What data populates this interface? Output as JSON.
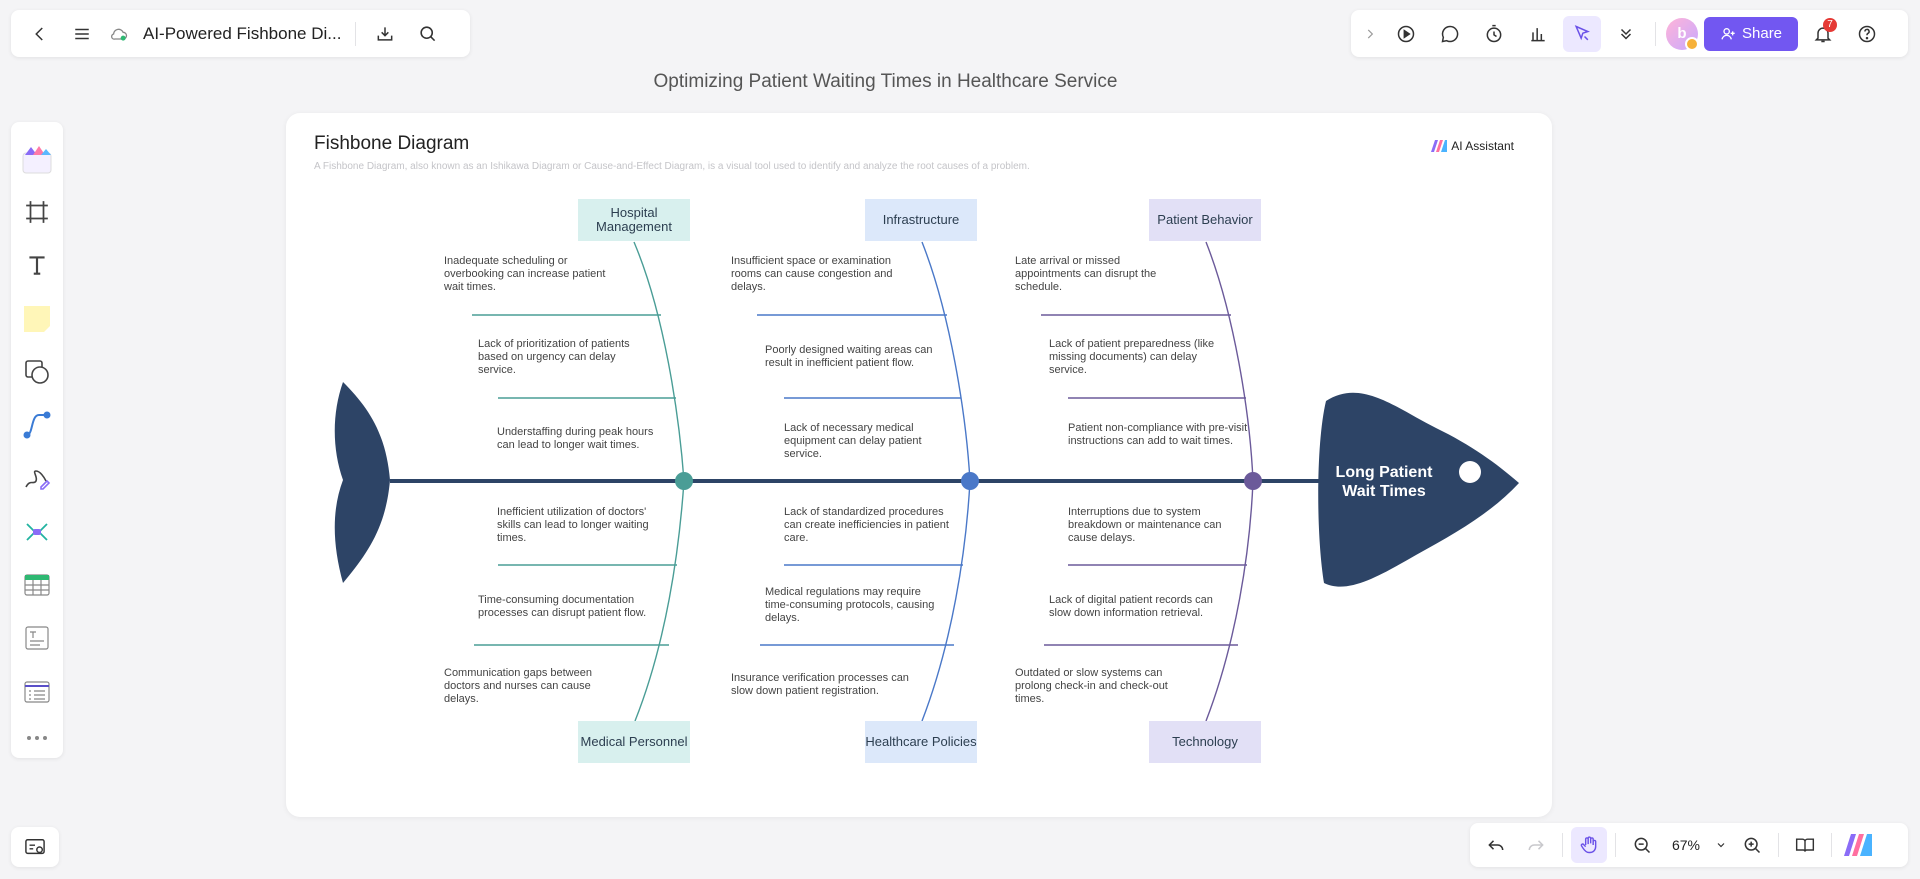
{
  "header": {
    "doc_title": "AI-Powered Fishbone Di..."
  },
  "topbar_right": {
    "share_label": "Share",
    "notification_count": "7",
    "avatar_letter": "b"
  },
  "canvas": {
    "title": "Optimizing Patient Waiting Times in Healthcare Service"
  },
  "board": {
    "title": "Fishbone Diagram",
    "description": "A Fishbone Diagram, also known as an Ishikawa Diagram or Cause-and-Effect Diagram, is a visual tool used to identify and analyze the root causes of a problem.",
    "ai_assistant": "AI Assistant"
  },
  "diagram": {
    "effect": "Long Patient Wait Times",
    "categories": {
      "hospital_management": "Hospital Management",
      "infrastructure": "Infrastructure",
      "patient_behavior": "Patient Behavior",
      "medical_personnel": "Medical Personnel",
      "healthcare_policies": "Healthcare Policies",
      "technology": "Technology"
    },
    "causes": {
      "hm1": "Inadequate scheduling or overbooking can increase patient wait times.",
      "hm2": "Lack of prioritization of patients based on urgency can delay service.",
      "hm3": "Understaffing during peak hours can lead to longer wait times.",
      "in1": "Insufficient space or examination rooms can cause congestion and delays.",
      "in2": "Poorly designed waiting areas can result in inefficient patient flow.",
      "in3": "Lack of necessary medical equipment can delay patient service.",
      "pb1": "Late arrival or missed appointments can disrupt the schedule.",
      "pb2": "Lack of patient preparedness (like missing documents) can delay service.",
      "pb3": "Patient non-compliance with pre-visit instructions can add to wait times.",
      "mp1": "Inefficient utilization of doctors' skills can lead to longer waiting times.",
      "mp2": "Time-consuming documentation processes can disrupt patient flow.",
      "mp3": "Communication gaps between doctors and nurses can cause delays.",
      "hp1": "Lack of standardized procedures can create inefficiencies in patient care.",
      "hp2": "Medical regulations may require time-consuming protocols, causing delays.",
      "hp3": "Insurance verification processes can slow down patient registration.",
      "te1": "Interruptions due to system breakdown or maintenance can cause delays.",
      "te2": "Lack of digital patient records can slow down information retrieval.",
      "te3": "Outdated or slow systems can prolong check-in and check-out times."
    }
  },
  "zoom": {
    "level": "67%"
  },
  "colors": {
    "fish_body": "#2d4466",
    "teal": "#4a9d96",
    "blue": "#4a78c8",
    "purple": "#6b5a9a",
    "accent": "#7257f1"
  }
}
